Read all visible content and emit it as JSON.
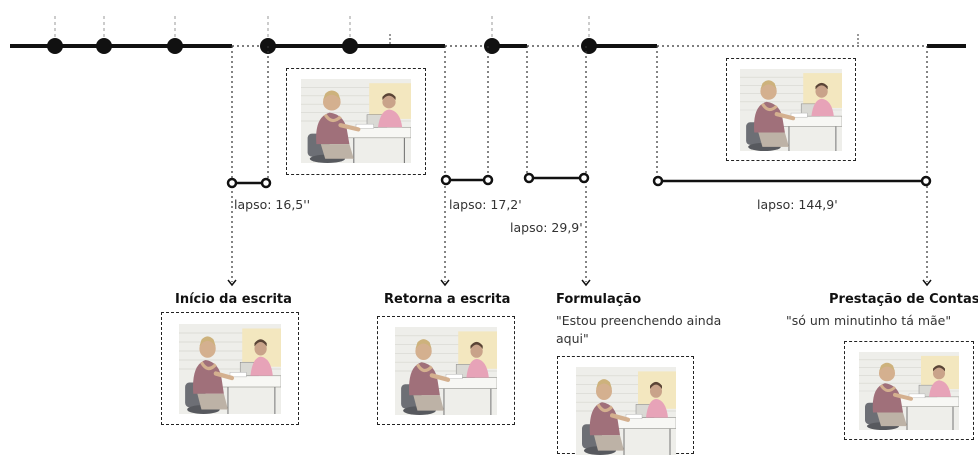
{
  "lapses": [
    {
      "id": "l1",
      "text": "lapso: 16,5''"
    },
    {
      "id": "l2",
      "text": "lapso: 17,2'"
    },
    {
      "id": "l3",
      "text": "lapso: 29,9'"
    },
    {
      "id": "l4",
      "text": "lapso: 144,9'"
    }
  ],
  "events": [
    {
      "id": "inicio",
      "title": "Início da escrita"
    },
    {
      "id": "retorna",
      "title": "Retorna a escrita"
    },
    {
      "id": "formulacao",
      "title": "Formulação",
      "quote": "\"Estou preenchendo ainda aqui\""
    },
    {
      "id": "prestacao",
      "title": "Prestação de Contas",
      "quote": "\"só um minutinho tá mãe\""
    }
  ],
  "colors": {
    "line": "#111111",
    "dotted": "#333333",
    "tick": "#bbbbbb"
  }
}
